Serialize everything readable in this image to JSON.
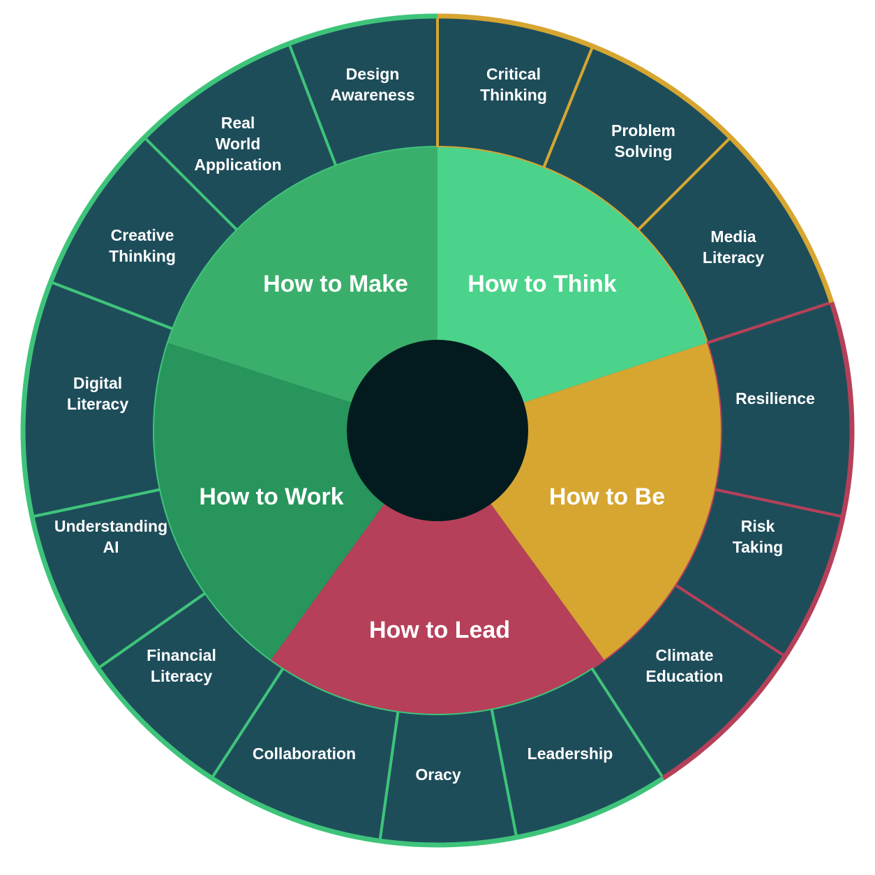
{
  "colors": {
    "outer_fill": "#1e4d5a",
    "hub": "#031b1f",
    "make": "#4bd38b",
    "think": "#d6a631",
    "be": "#b64059",
    "lead": "#27955c",
    "work": "#3aaf6b",
    "think_border": "#d6a631",
    "be_border": "#b64059",
    "green_border": "#3ec47a"
  },
  "categories": [
    {
      "id": "make",
      "label": "How to Make",
      "skills": [
        {
          "lines": [
            "Design",
            "Awareness"
          ]
        },
        {
          "lines": [
            "Real",
            "World",
            "Application"
          ]
        },
        {
          "lines": [
            "Creative",
            "Thinking"
          ]
        }
      ]
    },
    {
      "id": "think",
      "label": "How to Think",
      "skills": [
        {
          "lines": [
            "Critical",
            "Thinking"
          ]
        },
        {
          "lines": [
            "Problem",
            "Solving"
          ]
        },
        {
          "lines": [
            "Media",
            "Literacy"
          ]
        }
      ]
    },
    {
      "id": "be",
      "label": "How to Be",
      "skills": [
        {
          "lines": [
            "Resilience"
          ]
        },
        {
          "lines": [
            "Risk",
            "Taking"
          ]
        },
        {
          "lines": [
            "Climate",
            "Education"
          ]
        }
      ]
    },
    {
      "id": "lead",
      "label": "How to Lead",
      "skills": [
        {
          "lines": [
            "Leadership"
          ]
        },
        {
          "lines": [
            "Oracy"
          ]
        },
        {
          "lines": [
            "Collaboration"
          ]
        }
      ]
    },
    {
      "id": "work",
      "label": "How to Work",
      "skills": [
        {
          "lines": [
            "Financial",
            "Literacy"
          ]
        },
        {
          "lines": [
            "Understanding",
            "AI"
          ]
        },
        {
          "lines": [
            "Digital",
            "Literacy"
          ]
        }
      ]
    }
  ]
}
